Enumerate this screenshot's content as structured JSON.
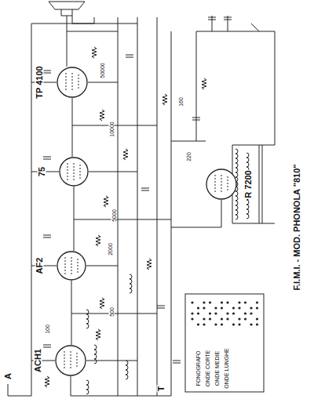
{
  "diagram": {
    "title": "F.I.M.I. - MOD. PHONOLA \"810\"",
    "nodes": [
      {
        "text": [
          "TP 4100"
        ]
      },
      {
        "text": [
          "75"
        ]
      },
      {
        "text": [
          "AF2"
        ]
      },
      {
        "text": [
          "ACH1"
        ]
      },
      {
        "text": [
          "R 7200"
        ]
      }
    ],
    "labels": [
      "A",
      "T",
      "220",
      "50000",
      "10000",
      "5000",
      "2000",
      "500",
      "100",
      "160",
      "FONOGRAFO",
      "ONDE CORTE",
      "ONDE MEDIE",
      "ONDE LUNGHE"
    ]
  }
}
